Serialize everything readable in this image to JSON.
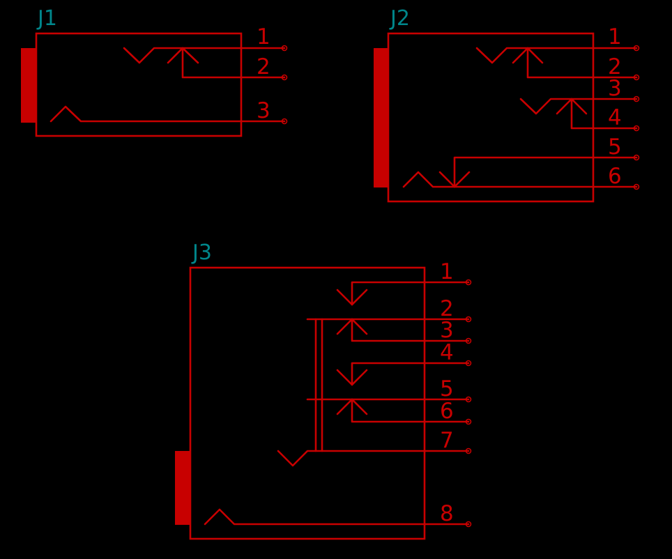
{
  "components": [
    {
      "id": "J1",
      "ref": "J1",
      "pins": [
        "1",
        "2",
        "3"
      ]
    },
    {
      "id": "J2",
      "ref": "J2",
      "pins": [
        "1",
        "2",
        "3",
        "4",
        "5",
        "6"
      ]
    },
    {
      "id": "J3",
      "ref": "J3",
      "pins": [
        "1",
        "2",
        "3",
        "4",
        "5",
        "6",
        "7",
        "8"
      ]
    }
  ],
  "colors": {
    "background": "#000000",
    "wire": "#c80000",
    "reference": "#00868b"
  }
}
